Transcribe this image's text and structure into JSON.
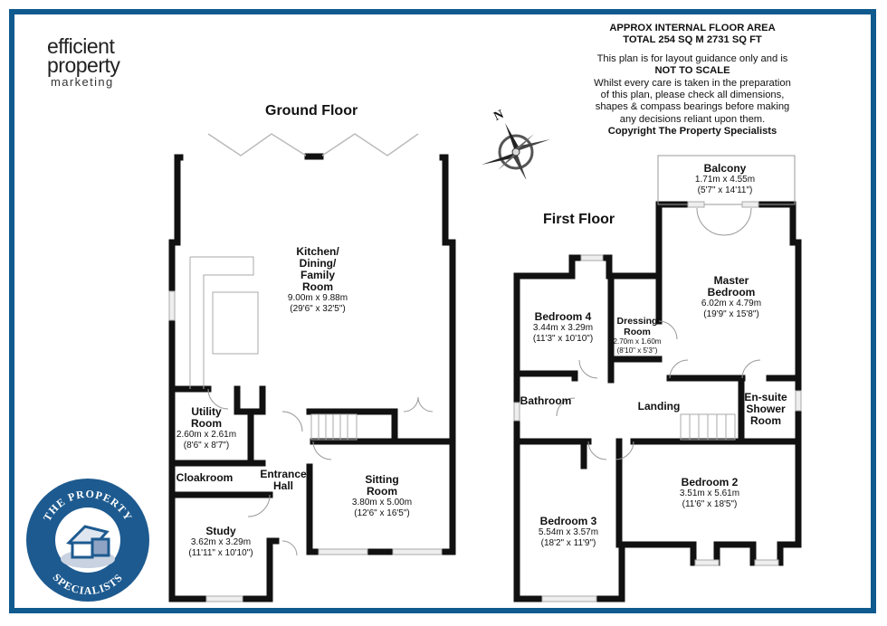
{
  "branding": {
    "logo_line1": "efficient",
    "logo_line2": "property",
    "logo_line3": "marketing",
    "badge_top_text": "THE PROPERTY",
    "badge_bottom_text": "SPECIALISTS",
    "frame_color": "#0f5a8e"
  },
  "info": {
    "heading_line1": "APPROX INTERNAL FLOOR AREA",
    "heading_line2": "TOTAL 254 SQ M 2731 SQ FT",
    "disclaimer_line1": "This plan is for layout guidance only and is",
    "not_to_scale": "NOT TO SCALE",
    "disclaimer_line2": "Whilst every care is taken in the preparation",
    "disclaimer_line3": "of this plan, please check all dimensions,",
    "disclaimer_line4": "shapes & compass bearings before making",
    "disclaimer_line5": "any decisions reliant upon them.",
    "copyright": "Copyright The Property Specialists"
  },
  "compass": {
    "north_label": "N",
    "icon": "compass-rose-icon"
  },
  "ground_floor": {
    "title": "Ground Floor",
    "rooms": [
      {
        "name_lines": [
          "Kitchen/",
          "Dining/",
          "Family",
          "Room"
        ],
        "metric": "9.00m x 9.88m",
        "imperial": "(29'6\" x 32'5\")"
      },
      {
        "name_lines": [
          "Utility",
          "Room"
        ],
        "metric": "2.60m x 2.61m",
        "imperial": "(8'6\" x 8'7\")"
      },
      {
        "name_lines": [
          "Cloakroom"
        ],
        "metric": "",
        "imperial": ""
      },
      {
        "name_lines": [
          "Entrance",
          "Hall"
        ],
        "metric": "",
        "imperial": ""
      },
      {
        "name_lines": [
          "Sitting",
          "Room"
        ],
        "metric": "3.80m x 5.00m",
        "imperial": "(12'6\" x 16'5\")"
      },
      {
        "name_lines": [
          "Study"
        ],
        "metric": "3.62m x 3.29m",
        "imperial": "(11'11\" x 10'10\")"
      }
    ]
  },
  "first_floor": {
    "title": "First Floor",
    "rooms": [
      {
        "name_lines": [
          "Balcony"
        ],
        "metric": "1.71m x 4.55m",
        "imperial": "(5'7\" x 14'11\")"
      },
      {
        "name_lines": [
          "Master",
          "Bedroom"
        ],
        "metric": "6.02m x 4.79m",
        "imperial": "(19'9\" x 15'8\")"
      },
      {
        "name_lines": [
          "Bedroom 4"
        ],
        "metric": "3.44m x 3.29m",
        "imperial": "(11'3\" x 10'10\")"
      },
      {
        "name_lines": [
          "Dressing",
          "Room"
        ],
        "metric": "2.70m x 1.60m",
        "imperial": "(8'10\" x 5'3\")"
      },
      {
        "name_lines": [
          "Bathroom"
        ],
        "metric": "",
        "imperial": ""
      },
      {
        "name_lines": [
          "Landing"
        ],
        "metric": "",
        "imperial": ""
      },
      {
        "name_lines": [
          "En-suite",
          "Shower",
          "Room"
        ],
        "metric": "",
        "imperial": ""
      },
      {
        "name_lines": [
          "Bedroom 2"
        ],
        "metric": "3.51m x 5.61m",
        "imperial": "(11'6\" x 18'5\")"
      },
      {
        "name_lines": [
          "Bedroom 3"
        ],
        "metric": "5.54m x 3.57m",
        "imperial": "(18'2\" x 11'9\")"
      }
    ]
  }
}
